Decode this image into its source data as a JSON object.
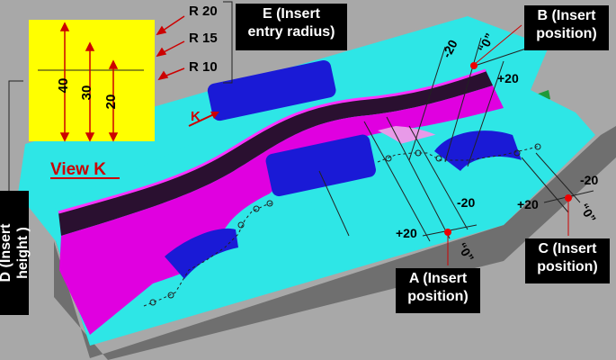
{
  "callouts": {
    "e": {
      "line1": "E  (Insert",
      "line2": "entry radius)"
    },
    "b": {
      "line1": "B (Insert",
      "line2": "position)"
    },
    "a": {
      "line1": "A (Insert",
      "line2": "position)"
    },
    "c": {
      "line1": "C (Insert",
      "line2": "position)"
    },
    "d": {
      "line1": "D (Insert",
      "line2": "height )"
    }
  },
  "inset": {
    "radius_labels": [
      "R 20",
      "R 15",
      "R 10"
    ],
    "height_labels": [
      "40",
      "30",
      "20"
    ]
  },
  "view_label": "View K",
  "arrow_k_label": "K",
  "markers": {
    "b": {
      "minus": "-20",
      "zero": "“0”",
      "plus": "+20"
    },
    "a": {
      "plus": "+20",
      "minus": "-20",
      "zero": "“0”"
    },
    "c": {
      "plus": "+20",
      "minus": "-20",
      "zero": "“0”"
    }
  },
  "colors": {
    "background": "#a8a8a8",
    "die_surface": "#2ee6e6",
    "channel": "#e000e0",
    "insert": "#1a1ad6",
    "inset_bg": "#ffff00",
    "annotation": "#e00000",
    "callout_bg": "#000000",
    "green_edge": "#1f9a3a"
  }
}
